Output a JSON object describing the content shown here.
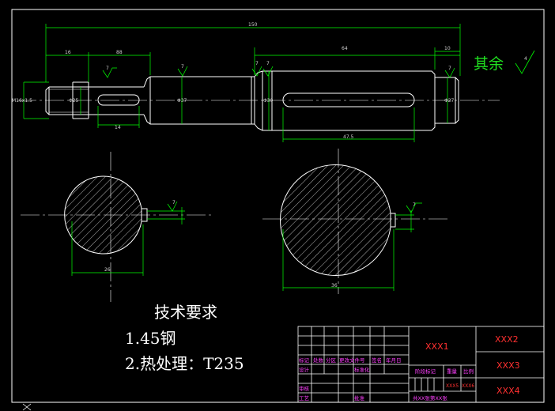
{
  "dimensions": {
    "overall_length": "150",
    "left_section": "16",
    "second_section": "88",
    "keyway_length_small": "14",
    "right_span": "64",
    "right_end": "10",
    "keyway_length_large": "47.5",
    "thread": "M16x1.5",
    "dia_1": "Φ25",
    "dia_2": "Φ37",
    "dia_3": "Φ30",
    "dia_4": "Φ27",
    "section_a_width": "26",
    "section_b_width": "36"
  },
  "roughness": {
    "symbol_value": "7",
    "remaining_label": "其余",
    "remaining_value": "4"
  },
  "notes": {
    "title": "技术要求",
    "item1": "1.45钢",
    "item2": "2.热处理：T235"
  },
  "title_block": {
    "name": "XXX1",
    "company": "XXX2",
    "drawing_no": "XXX3",
    "code": "XXX4",
    "ratio_label": "XXX5",
    "sheets_label": "XXX6",
    "h_labels": [
      "标记",
      "处数",
      "分区",
      "更改文件号",
      "签名",
      "年月日"
    ],
    "design": "设计",
    "standardize": "标准化",
    "stage_mark": "阶段标记",
    "weight": "重量",
    "scale": "比例",
    "check": "审核",
    "process": "工艺",
    "approve": "批准",
    "sheet_text": "共XX张第XX张"
  },
  "colors": {
    "outline": "#ffffff",
    "dimension": "#00ff00",
    "title_text": "#ff3030",
    "label_text": "#ff40ff"
  }
}
